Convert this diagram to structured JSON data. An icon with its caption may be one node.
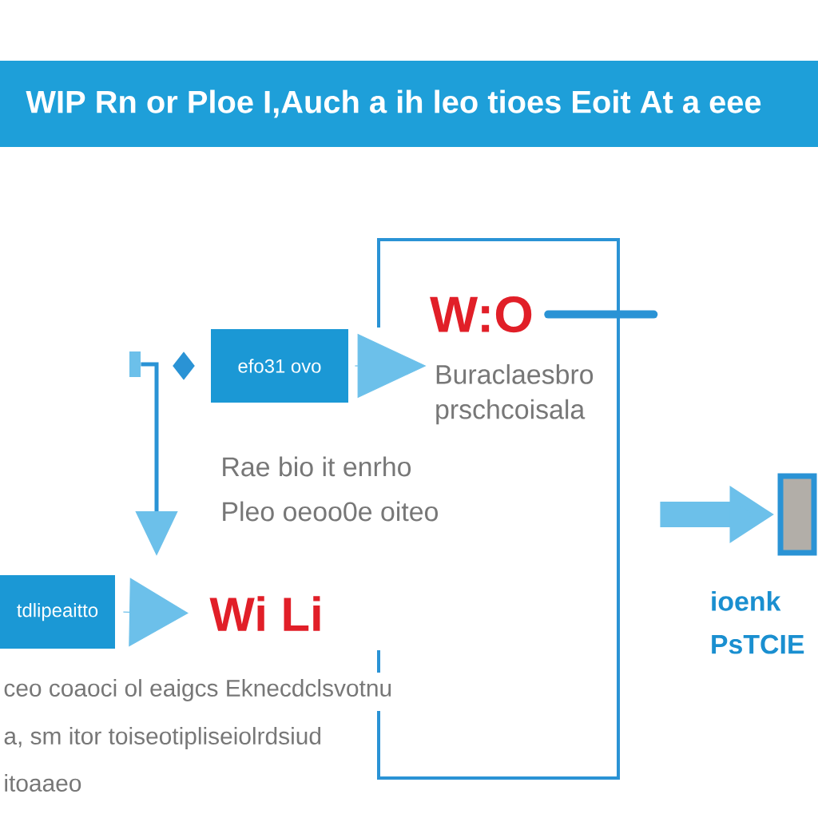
{
  "diagram": {
    "title": "WIP Rn or Ploe I,Auch a ih leo tioes Eoit At a eee",
    "nodes": [
      {
        "text": [],
        "shape": "box"
      },
      {
        "text": [],
        "shape": "diamond"
      },
      {
        "text": [
          "efo31 ovo"
        ]
      },
      {
        "text": [],
        "shape": "box"
      },
      {
        "text": [
          "W:O"
        ],
        "in": 3
      },
      {
        "text": [
          "Buraclaesbro prschcoisala"
        ],
        "in": 3
      },
      {
        "text": [
          "tdlipeaitto"
        ]
      },
      {
        "text": [
          "Wi Li"
        ]
      },
      {
        "text": [],
        "shape": "box",
        "beside": [
          "ioenk PsTCIE"
        ]
      }
    ],
    "edges": [
      {
        "from": 0,
        "to": null,
        "arrow": "to",
        "color": "#2a93d5"
      },
      {
        "from": 2,
        "to": 5,
        "arrow": "to"
      },
      {
        "from": 4,
        "to": null,
        "arrow": "none",
        "style": "thick",
        "color": "#2a93d5"
      },
      {
        "from": 6,
        "to": 7,
        "arrow": "to"
      },
      {
        "from": 3,
        "to": 8,
        "arrow": "to",
        "style": "thick"
      }
    ],
    "labels": [
      "Rae bio it enrho",
      "Pleo oeoo0e oiteo",
      "ceo coaoci ol eaigcs Eknecdclsvotnu",
      "a, sm itor toiseotipliseiolrdsiud",
      "itoaaeo"
    ]
  }
}
